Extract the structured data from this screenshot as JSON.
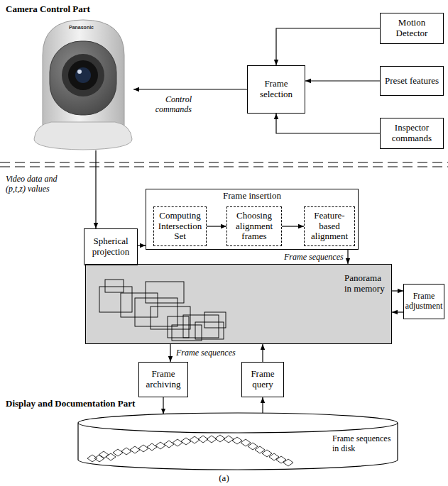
{
  "diagram": {
    "caption": "(a)",
    "nodes": [
      {
        "text": [
          "Motion Detector"
        ]
      },
      {
        "text": [
          "Frame selection"
        ]
      },
      {
        "text": [
          "Preset features"
        ]
      },
      {
        "text": [
          "Inspector commands"
        ]
      },
      {
        "text": [
          "Spherical projection"
        ]
      },
      {
        "text": [
          "Frame insertion"
        ]
      },
      {
        "text": [
          "Computing Intersection Set"
        ],
        "in": 5
      },
      {
        "text": [
          "Choosing alignment frames"
        ],
        "in": 5
      },
      {
        "text": [
          "Feature-based alignment"
        ],
        "in": 5
      },
      {
        "text": [
          "Panorama in memory"
        ]
      },
      {
        "text": [
          "Frame adjustment"
        ]
      },
      {
        "text": [
          "Frame archiving"
        ]
      },
      {
        "text": [
          "Frame query"
        ]
      },
      {
        "text": [
          "Frame sequences in disk"
        ]
      }
    ],
    "edges": [
      {
        "from": 0,
        "to": 1,
        "arrow": "to"
      },
      {
        "from": 2,
        "to": 1,
        "arrow": "to"
      },
      {
        "from": 3,
        "to": 1,
        "arrow": "to"
      },
      {
        "from": 4,
        "to": 5,
        "arrow": "to"
      },
      {
        "from": 6,
        "to": 7,
        "arrow": "to"
      },
      {
        "from": 7,
        "to": 8,
        "arrow": "to"
      },
      {
        "from": 5,
        "to": 9,
        "label": "Frame sequences",
        "arrow": "to"
      },
      {
        "from": 9,
        "to": 10,
        "arrow": "to"
      },
      {
        "from": 10,
        "to": 9,
        "arrow": "to"
      },
      {
        "from": 9,
        "to": 11,
        "label": "Frame sequences",
        "arrow": "to"
      },
      {
        "from": 12,
        "to": 9,
        "arrow": "to"
      },
      {
        "from": 11,
        "to": 13,
        "arrow": "to"
      },
      {
        "from": 13,
        "to": 12,
        "arrow": "to"
      }
    ],
    "labels": [
      "Camera Control Part",
      "Panasonic",
      "Control commands",
      "Video data and (p,t,z) values",
      "Display and Documentation Part"
    ]
  }
}
